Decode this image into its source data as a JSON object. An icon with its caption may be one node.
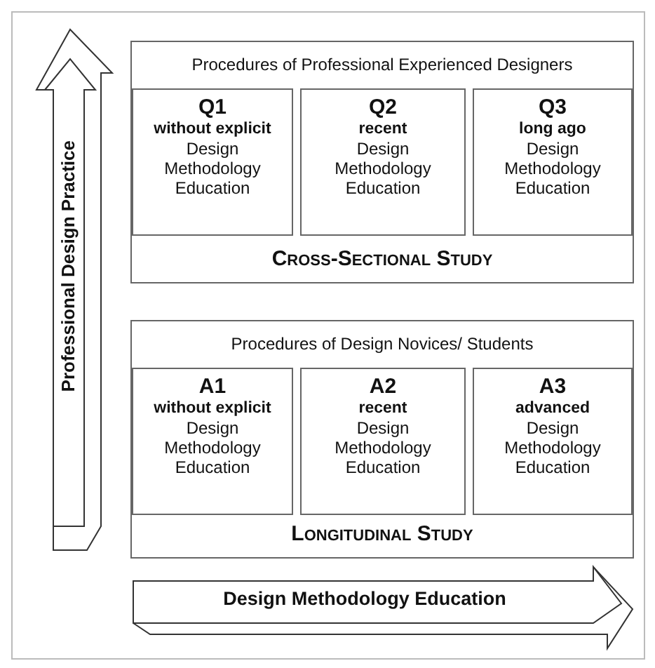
{
  "diagram": {
    "nodes": [
      {
        "text": [
          "Professional Design Practice"
        ]
      },
      {
        "text": [
          "Procedures of Professional Experienced Designers",
          "Cross-Sectional Study"
        ]
      },
      {
        "text": [
          "Q1",
          "without explicit",
          "Design Methodology Education"
        ],
        "in": 1
      },
      {
        "text": [
          "Q2",
          "recent",
          "Design Methodology Education"
        ],
        "in": 1
      },
      {
        "text": [
          "Q3",
          "long ago",
          "Design Methodology Education"
        ],
        "in": 1
      },
      {
        "text": [
          "Procedures of Design Novices/ Students",
          "Longitudinal Study"
        ]
      },
      {
        "text": [
          "A1",
          "without explicit",
          "Design Methodology Education"
        ],
        "in": 5
      },
      {
        "text": [
          "A2",
          "recent",
          "Design Methodology Education"
        ],
        "in": 5
      },
      {
        "text": [
          "A3",
          "advanced",
          "Design Methodology Education"
        ],
        "in": 5
      },
      {
        "text": [
          "Design Methodology Education"
        ]
      }
    ]
  }
}
